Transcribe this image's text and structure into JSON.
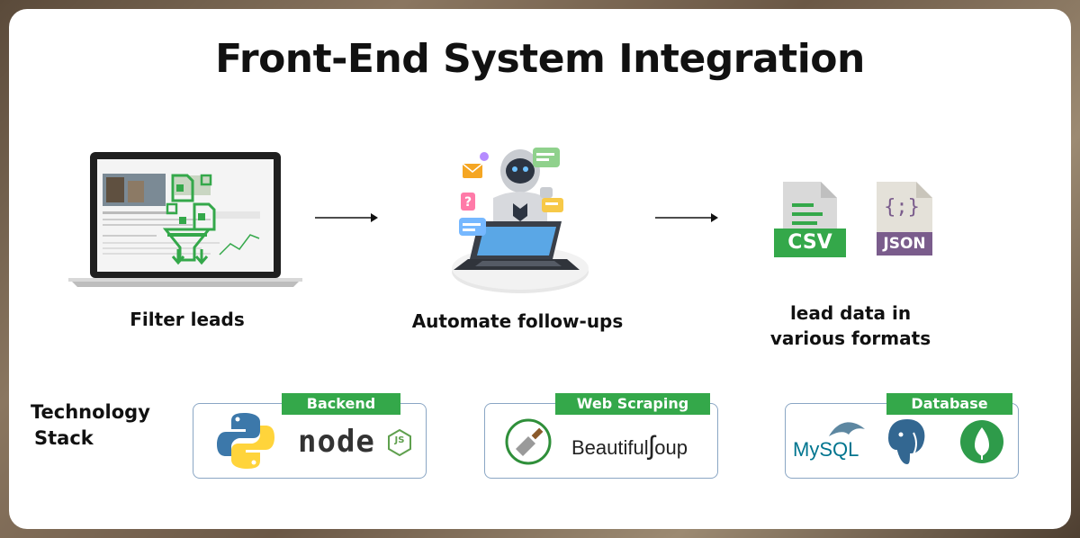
{
  "title": "Front-End System Integration",
  "steps": [
    {
      "label": "Filter leads"
    },
    {
      "label": "Automate follow-ups"
    },
    {
      "label_line1": "lead data in",
      "label_line2": "various formats"
    }
  ],
  "formats": {
    "csv": "CSV",
    "json": "JSON",
    "json_symbol": "{;}"
  },
  "technology": {
    "label_line1": "Technology",
    "label_line2": "Stack",
    "groups": [
      {
        "tag": "Backend",
        "logos": [
          "python-logo",
          "nodejs-logo"
        ],
        "node_text": "node",
        "node_js": "JS"
      },
      {
        "tag": "Web Scraping",
        "logos": [
          "beautifulsoup-logo"
        ],
        "bs_text_1": "Beautiful",
        "bs_text_2": "oup"
      },
      {
        "tag": "Database",
        "logos": [
          "mysql-logo",
          "postgresql-logo",
          "mongodb-logo"
        ],
        "mysql_text": "MySQL"
      }
    ]
  },
  "colors": {
    "accent_green": "#34a84a",
    "box_border": "#8aa6c4",
    "text": "#111111"
  }
}
